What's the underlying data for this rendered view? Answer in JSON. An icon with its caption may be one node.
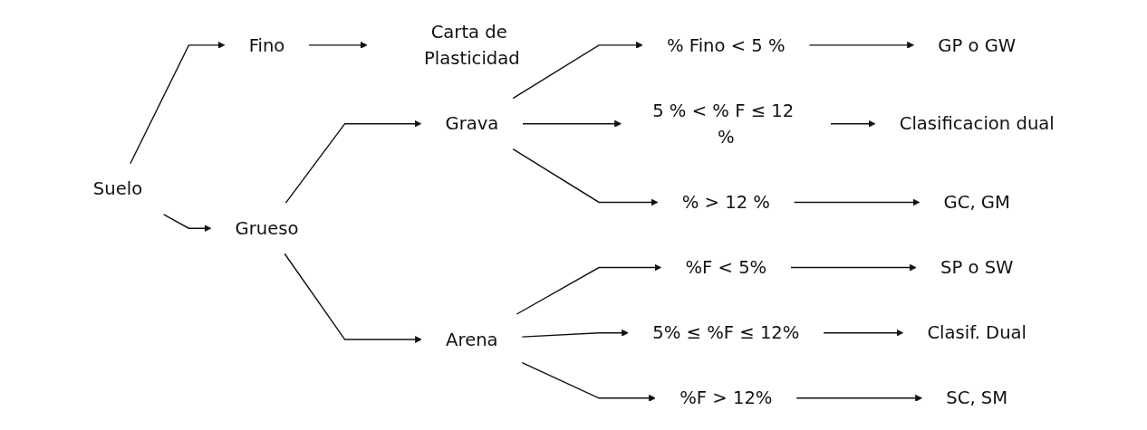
{
  "diagram": {
    "nodes": [
      {
        "text": [
          "Suelo"
        ]
      },
      {
        "text": [
          "Fino"
        ]
      },
      {
        "text": [
          "Carta de Plasticidad"
        ]
      },
      {
        "text": [
          "Grueso"
        ]
      },
      {
        "text": [
          "Grava"
        ]
      },
      {
        "text": [
          "% Fino < 5 %"
        ]
      },
      {
        "text": [
          "GP o GW"
        ]
      },
      {
        "text": [
          "5 % < % F ≤ 12 %"
        ]
      },
      {
        "text": [
          "Clasificacion dual"
        ]
      },
      {
        "text": [
          "% > 12 %"
        ]
      },
      {
        "text": [
          "GC, GM"
        ]
      },
      {
        "text": [
          "Arena"
        ]
      },
      {
        "text": [
          "%F < 5%"
        ]
      },
      {
        "text": [
          "SP o SW"
        ]
      },
      {
        "text": [
          "5% ≤ %F ≤ 12%"
        ]
      },
      {
        "text": [
          "Clasif. Dual"
        ]
      },
      {
        "text": [
          "%F > 12%"
        ]
      },
      {
        "text": [
          "SC, SM"
        ]
      }
    ],
    "edges": [
      {
        "from": 0,
        "to": 1,
        "arrow": "to"
      },
      {
        "from": 1,
        "to": 2,
        "arrow": "to"
      },
      {
        "from": 0,
        "to": 3,
        "arrow": "to"
      },
      {
        "from": 3,
        "to": 4,
        "arrow": "to"
      },
      {
        "from": 3,
        "to": 11,
        "arrow": "to"
      },
      {
        "from": 4,
        "to": 5,
        "arrow": "to"
      },
      {
        "from": 5,
        "to": 6,
        "arrow": "to"
      },
      {
        "from": 4,
        "to": 7,
        "arrow": "to"
      },
      {
        "from": 7,
        "to": 8,
        "arrow": "to"
      },
      {
        "from": 4,
        "to": 9,
        "arrow": "to"
      },
      {
        "from": 9,
        "to": 10,
        "arrow": "to"
      },
      {
        "from": 11,
        "to": 12,
        "arrow": "to"
      },
      {
        "from": 12,
        "to": 13,
        "arrow": "to"
      },
      {
        "from": 11,
        "to": 14,
        "arrow": "to"
      },
      {
        "from": 14,
        "to": 15,
        "arrow": "to"
      },
      {
        "from": 11,
        "to": 16,
        "arrow": "to"
      },
      {
        "from": 16,
        "to": 17,
        "arrow": "to"
      }
    ]
  }
}
